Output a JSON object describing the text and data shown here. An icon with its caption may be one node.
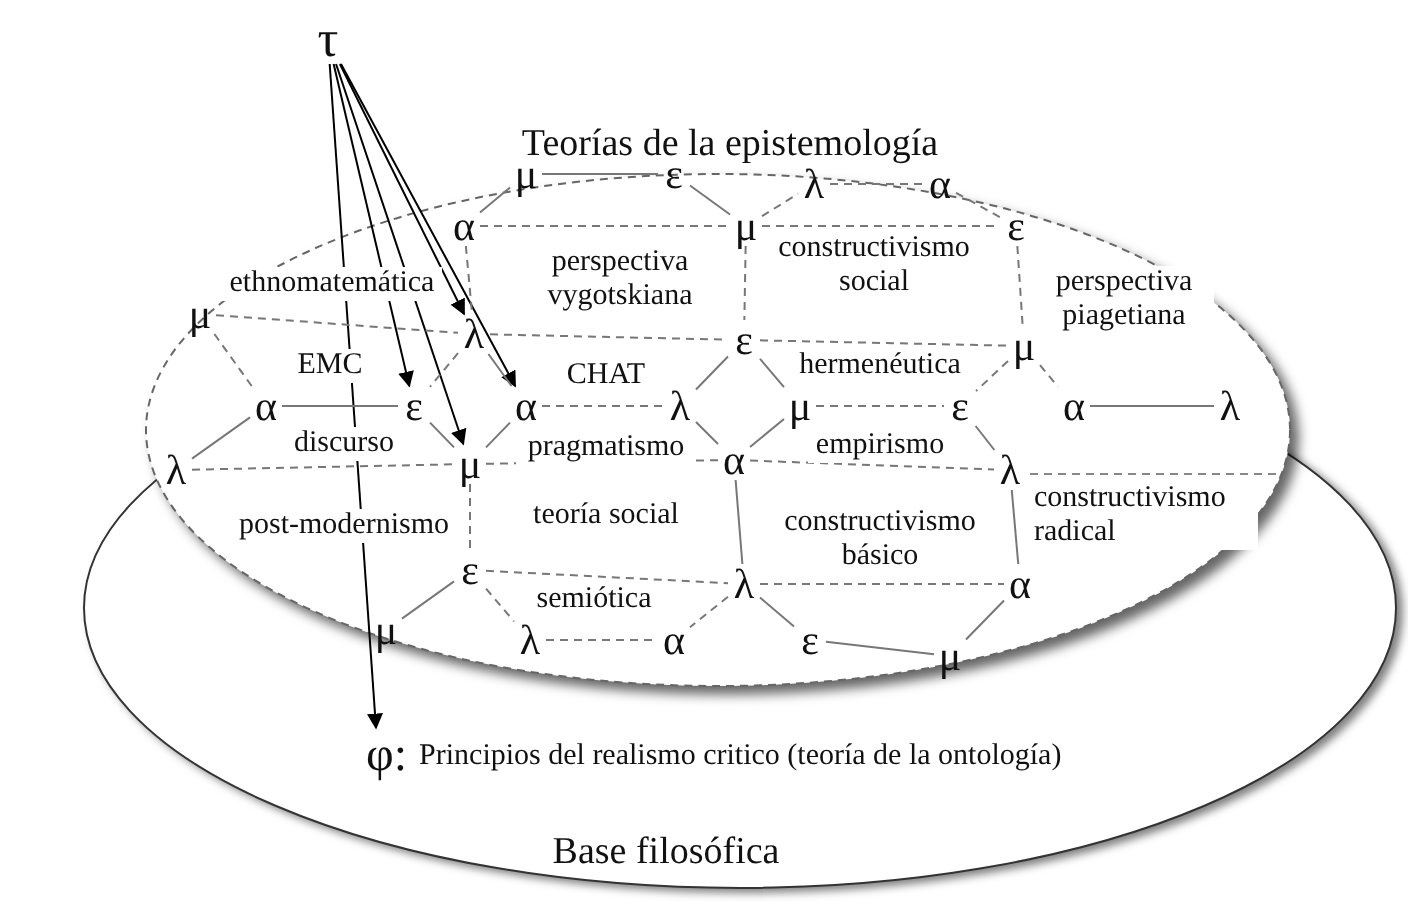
{
  "diagram": {
    "nodes": [
      {
        "text": [
          "τ"
        ]
      },
      {
        "text": [
          "φ:",
          "Principios del realismo critico (teoría de la ontología)"
        ]
      },
      {
        "text": [
          "μ"
        ]
      },
      {
        "text": [
          "ε"
        ]
      },
      {
        "text": [
          "λ"
        ]
      },
      {
        "text": [
          "α"
        ]
      },
      {
        "text": [
          "α"
        ]
      },
      {
        "text": [
          "μ"
        ]
      },
      {
        "text": [
          "ε"
        ]
      },
      {
        "text": [
          "μ"
        ]
      },
      {
        "text": [
          "λ"
        ]
      },
      {
        "text": [
          "ε"
        ]
      },
      {
        "text": [
          "μ"
        ]
      },
      {
        "text": [
          "α"
        ]
      },
      {
        "text": [
          "ε"
        ]
      },
      {
        "text": [
          "α"
        ]
      },
      {
        "text": [
          "λ"
        ]
      },
      {
        "text": [
          "μ"
        ]
      },
      {
        "text": [
          "ε"
        ]
      },
      {
        "text": [
          "α"
        ]
      },
      {
        "text": [
          "λ"
        ]
      },
      {
        "text": [
          "μ"
        ]
      },
      {
        "text": [
          "α"
        ]
      },
      {
        "text": [
          "λ"
        ]
      },
      {
        "text": [
          "λ"
        ]
      },
      {
        "text": [
          "ε"
        ]
      },
      {
        "text": [
          "λ"
        ]
      },
      {
        "text": [
          "α"
        ]
      },
      {
        "text": [
          "μ"
        ]
      },
      {
        "text": [
          "λ"
        ]
      },
      {
        "text": [
          "α"
        ]
      },
      {
        "text": [
          "ε"
        ]
      },
      {
        "text": [
          "μ"
        ]
      }
    ],
    "edges": [
      {
        "from": 0,
        "to": 10,
        "arrow": "to",
        "color": "#000000"
      },
      {
        "from": 0,
        "to": 14,
        "arrow": "to",
        "color": "#000000"
      },
      {
        "from": 0,
        "to": 21,
        "arrow": "to",
        "color": "#000000"
      },
      {
        "from": 0,
        "to": 15,
        "arrow": "to",
        "color": "#000000"
      },
      {
        "from": 0,
        "to": 1,
        "arrow": "to",
        "color": "#000000"
      },
      {
        "from": 2,
        "to": 3,
        "arrow": "none"
      },
      {
        "from": 3,
        "to": 7,
        "arrow": "none"
      },
      {
        "from": 7,
        "to": 11,
        "arrow": "none",
        "style": "dashed"
      },
      {
        "from": 11,
        "to": 16,
        "arrow": "none"
      },
      {
        "from": 15,
        "to": 16,
        "arrow": "none",
        "style": "dashed"
      },
      {
        "from": 10,
        "to": 15,
        "arrow": "none"
      },
      {
        "from": 6,
        "to": 10,
        "arrow": "none",
        "style": "dashed"
      },
      {
        "from": 2,
        "to": 6,
        "arrow": "none"
      },
      {
        "from": 7,
        "to": 4,
        "arrow": "none",
        "style": "dashed"
      },
      {
        "from": 4,
        "to": 5,
        "arrow": "none",
        "style": "dashed"
      },
      {
        "from": 5,
        "to": 8,
        "arrow": "none",
        "style": "dashed"
      },
      {
        "from": 8,
        "to": 12,
        "arrow": "none",
        "style": "dashed"
      },
      {
        "from": 12,
        "to": 18,
        "arrow": "none",
        "style": "dashed"
      },
      {
        "from": 17,
        "to": 18,
        "arrow": "none",
        "style": "dashed"
      },
      {
        "from": 11,
        "to": 17,
        "arrow": "none"
      },
      {
        "from": 16,
        "to": 22,
        "arrow": "none"
      },
      {
        "from": 22,
        "to": 26,
        "arrow": "none"
      },
      {
        "from": 26,
        "to": 30,
        "arrow": "none",
        "style": "dashed"
      },
      {
        "from": 29,
        "to": 30,
        "arrow": "none",
        "style": "dashed"
      },
      {
        "from": 25,
        "to": 29,
        "arrow": "none",
        "style": "dashed"
      },
      {
        "from": 21,
        "to": 25,
        "arrow": "none",
        "style": "dashed"
      },
      {
        "from": 15,
        "to": 21,
        "arrow": "none"
      },
      {
        "from": 18,
        "to": 24,
        "arrow": "none"
      },
      {
        "from": 24,
        "to": 27,
        "arrow": "none"
      },
      {
        "from": 27,
        "to": 32,
        "arrow": "none"
      },
      {
        "from": 31,
        "to": 32,
        "arrow": "none"
      },
      {
        "from": 26,
        "to": 31,
        "arrow": "none"
      },
      {
        "from": 22,
        "to": 17,
        "arrow": "none"
      },
      {
        "from": 13,
        "to": 14,
        "arrow": "none"
      },
      {
        "from": 14,
        "to": 21,
        "arrow": "none"
      },
      {
        "from": 25,
        "to": 28,
        "arrow": "none"
      },
      {
        "from": 13,
        "to": 23,
        "arrow": "none"
      },
      {
        "from": 9,
        "to": 13,
        "arrow": "none",
        "style": "dashed"
      },
      {
        "from": 10,
        "to": 14,
        "arrow": "none",
        "style": "dashed"
      },
      {
        "from": 12,
        "to": 19,
        "arrow": "none",
        "style": "dashed"
      },
      {
        "from": 19,
        "to": 20,
        "arrow": "none"
      },
      {
        "from": 6,
        "to": 7,
        "arrow": "none",
        "style": "dashed"
      },
      {
        "from": 7,
        "to": 8,
        "arrow": "none",
        "style": "dashed"
      },
      {
        "from": 9,
        "to": 10,
        "arrow": "none",
        "style": "dashed"
      },
      {
        "from": 10,
        "to": 11,
        "arrow": "none",
        "style": "dashed"
      },
      {
        "from": 11,
        "to": 12,
        "arrow": "none",
        "style": "dashed"
      },
      {
        "from": 23,
        "to": 21,
        "arrow": "none",
        "style": "dashed"
      },
      {
        "from": 21,
        "to": 22,
        "arrow": "none",
        "style": "dashed"
      },
      {
        "from": 22,
        "to": 24,
        "arrow": "none",
        "style": "dashed"
      },
      {
        "from": 25,
        "to": 26,
        "arrow": "none",
        "style": "dashed"
      },
      {
        "from": 26,
        "to": 27,
        "arrow": "none",
        "style": "dashed"
      }
    ],
    "labels": [
      "Teorías de la epistemología",
      "ethnomatemática",
      "perspectiva vygotskiana",
      "constructivismo social",
      "perspectiva piagetiana",
      "EMC",
      "CHAT",
      "hermenéutica",
      "discurso",
      "pragmatismo",
      "empirismo",
      "constructivismo radical",
      "post-modernismo",
      "teoría social",
      "constructivismo básico",
      "semiótica",
      "Base filosófica"
    ]
  }
}
